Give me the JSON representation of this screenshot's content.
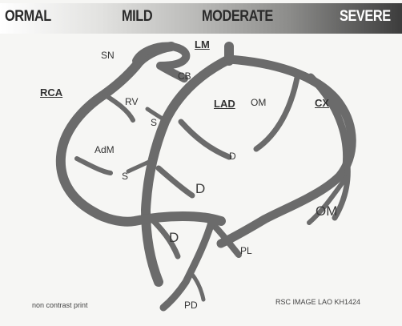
{
  "severity_scale": {
    "normal": "ORMAL",
    "mild": "MILD",
    "moderate": "MODERATE",
    "severe": "SEVERE"
  },
  "labels": {
    "lm": "LM",
    "sn": "SN",
    "cb": "CB",
    "rca": "RCA",
    "rv": "RV",
    "s_upper": "S",
    "lad": "LAD",
    "om_upper": "OM",
    "cx": "CX",
    "adm": "AdM",
    "s_lower": "S",
    "d_upper": "D",
    "d_middle": "D",
    "om_lower": "OM",
    "d_lower": "D",
    "pl": "PL",
    "pd": "PD"
  },
  "footer": {
    "left": "non contrast print",
    "right": "RSC IMAGE LAO KH1424"
  },
  "colors": {
    "vessel": "#6b6b6b",
    "background": "#f6f6f4"
  }
}
